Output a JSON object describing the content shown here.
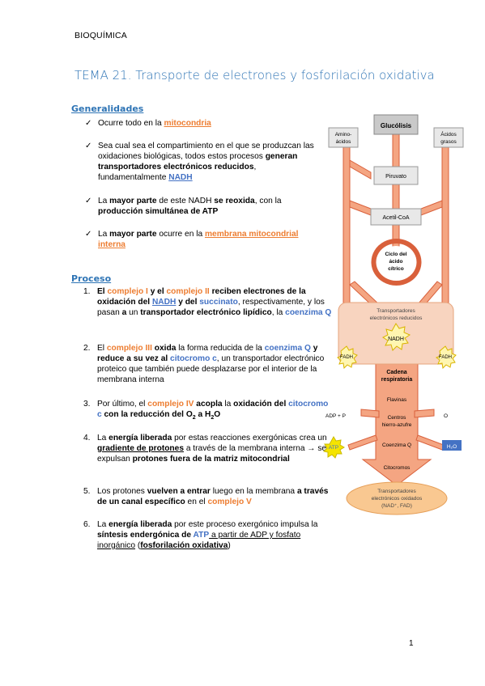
{
  "header": {
    "label": "BIOQUÍMICA"
  },
  "title": "TEMA 21. Transporte de electrones y fosforilación oxidativa",
  "sections": {
    "generalidades": "Generalidades",
    "proceso": "Proceso"
  },
  "check_glyph": "✓",
  "generalidades_bullets": [
    [
      [
        "Ocurre todo en la ",
        ""
      ],
      [
        "mitocondria",
        "ou"
      ]
    ],
    [
      [
        "Sea cual sea el compartimiento en el que se produzcan las oxidaciones biológicas, todos estos procesos ",
        ""
      ],
      [
        "generan transportadores electrónicos reducidos",
        "k"
      ],
      [
        ", fundamentalmente ",
        ""
      ],
      [
        "NADH",
        "bu"
      ]
    ],
    [
      [
        "La ",
        ""
      ],
      [
        "mayor parte",
        "k"
      ],
      [
        " de este NADH ",
        ""
      ],
      [
        "se reoxida",
        "k"
      ],
      [
        ", con la ",
        ""
      ],
      [
        "producción simultánea de ATP",
        "k"
      ]
    ],
    [
      [
        "La ",
        ""
      ],
      [
        "mayor parte",
        "k"
      ],
      [
        " ocurre en la ",
        ""
      ],
      [
        "membrana mitocondrial interna",
        "ou"
      ]
    ]
  ],
  "proceso_items": [
    {
      "n": "1.",
      "segs": [
        [
          "El ",
          "k"
        ],
        [
          "complejo I",
          "o"
        ],
        [
          " y el ",
          "k"
        ],
        [
          "complejo II",
          "o"
        ],
        [
          " reciben electrones de la oxidación del ",
          "k"
        ],
        [
          "NADH",
          "bu"
        ],
        [
          " y del ",
          "k"
        ],
        [
          "succinato",
          "b"
        ],
        [
          ", respectivamente, y los pasan ",
          ""
        ],
        [
          "a",
          "k"
        ],
        [
          " un ",
          ""
        ],
        [
          "transportador electrónico lipídico",
          "k"
        ],
        [
          ", la ",
          ""
        ],
        [
          "coenzima Q",
          "b"
        ]
      ]
    },
    {
      "n": "2.",
      "segs": [
        [
          "El ",
          ""
        ],
        [
          "complejo III",
          "o"
        ],
        [
          " oxida",
          "k"
        ],
        [
          " la forma reducida de la ",
          ""
        ],
        [
          "coenzima Q",
          "b"
        ],
        [
          " y reduce a su vez al ",
          "k"
        ],
        [
          "citocromo c",
          "b"
        ],
        [
          ", un transportador electrónico proteico que también puede desplazarse por el interior de la membrana interna",
          ""
        ]
      ]
    },
    {
      "n": "3.",
      "segs": [
        [
          "Por último, el ",
          ""
        ],
        [
          "complejo IV",
          "o"
        ],
        [
          " acopla",
          "k"
        ],
        [
          " la ",
          ""
        ],
        [
          "oxidación del ",
          "k"
        ],
        [
          "citocromo c",
          "b"
        ],
        [
          " con la reducción del O",
          "k"
        ],
        [
          "2",
          "sub"
        ],
        [
          " a H",
          "k"
        ],
        [
          "2",
          "sub"
        ],
        [
          "O",
          "k"
        ]
      ]
    },
    {
      "n": "4.",
      "segs": [
        [
          "La ",
          ""
        ],
        [
          "energía liberada",
          "k"
        ],
        [
          " por estas reacciones exergónicas crea un ",
          ""
        ],
        [
          "gradiente de protones",
          "ku"
        ],
        [
          " a través de la membrana interna  → se expulsan ",
          ""
        ],
        [
          "protones fuera de la matriz mitocondrial",
          "k"
        ]
      ]
    },
    {
      "n": "5.",
      "segs": [
        [
          "Los protones ",
          ""
        ],
        [
          "vuelven a entrar",
          "k"
        ],
        [
          " luego en la membrana ",
          ""
        ],
        [
          "a través de un canal específico",
          "k"
        ],
        [
          " en el ",
          ""
        ],
        [
          "complejo V",
          "o"
        ]
      ]
    },
    {
      "n": "6.",
      "segs": [
        [
          "La ",
          ""
        ],
        [
          "energía liberada",
          "k"
        ],
        [
          " por este proceso exergónico impulsa la ",
          ""
        ],
        [
          "síntesis endergónica de ",
          "k"
        ],
        [
          "ATP",
          "b"
        ],
        [
          " a partir de ADP y fosfato inorgánico",
          "u"
        ],
        [
          " (",
          ""
        ],
        [
          "fosforilación oxidativa",
          "ku"
        ],
        [
          ")",
          ""
        ]
      ]
    }
  ],
  "diagram": {
    "glucolisis": "Glucólisis",
    "aminoacidos": [
      "Amino-",
      "ácidos"
    ],
    "acidos_grasos": [
      "Ácidos",
      "grasos"
    ],
    "piruvato": "Piruvato",
    "acetil_coa": "Acetil-CoA",
    "ciclo": [
      "Ciclo del",
      "ácido",
      "cítrico"
    ],
    "transportadores_reducidos": [
      "Transportadores",
      "electrónicos reducidos"
    ],
    "nadh": "NADH",
    "fadh2": "FADH",
    "cadena": [
      "Cadena",
      "respiratoria"
    ],
    "flavinas": "Flavinas",
    "centros": [
      "Centros",
      "hierro-azufre"
    ],
    "coenzima_q": "Coenzima Q",
    "citocromos": "Citocromos",
    "adp_pi": "ADP + P",
    "o2": "O",
    "atp": "ATP",
    "h2o": "H₂O",
    "transportadores_oxidados": [
      "Transportadores",
      "electrónicos oxidados",
      "(NAD⁺, FAD)"
    ]
  },
  "colors": {
    "accent_blue": "#2e74b5",
    "orange": "#ed7d31",
    "arrow_fill": "#f4a582",
    "arrow_stroke": "#d9603b",
    "atp_yellow": "#f5e400"
  },
  "page_number": "1"
}
